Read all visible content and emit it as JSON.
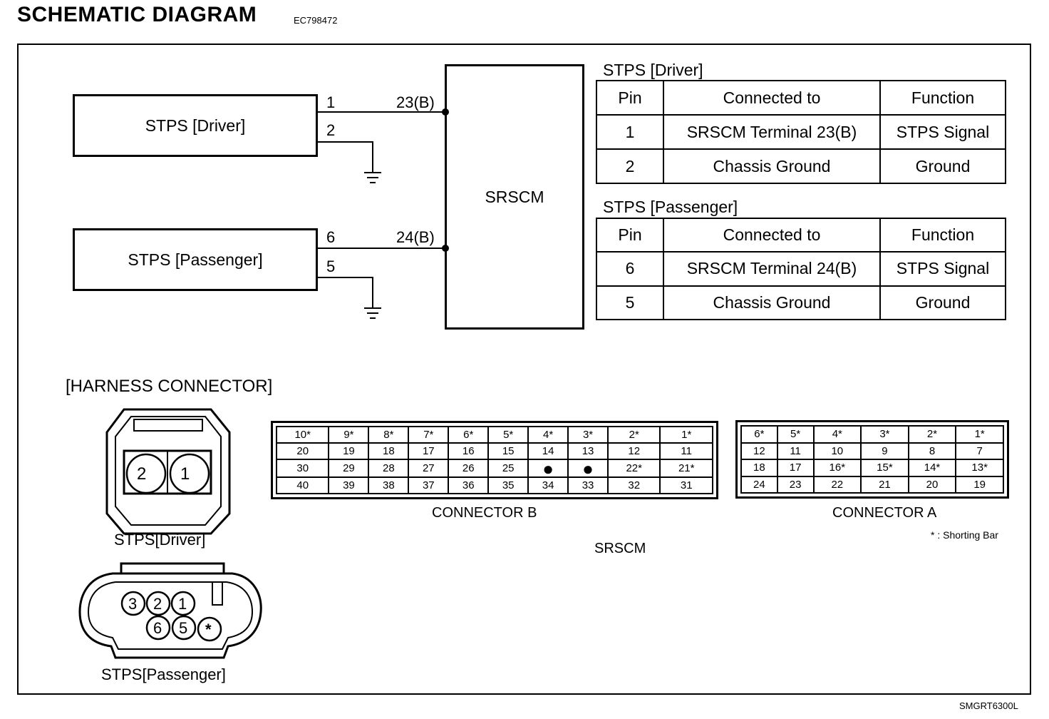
{
  "header": {
    "title": "SCHEMATIC DIAGRAM",
    "code": "EC798472"
  },
  "footer": {
    "code": "SMGRT6300L"
  },
  "schematic": {
    "driver_box": "STPS [Driver]",
    "passenger_box": "STPS [Passenger]",
    "srscm_box": "SRSCM",
    "driver_pin_signal": "1",
    "driver_pin_ground": "2",
    "driver_terminal": "23(B)",
    "passenger_pin_signal": "6",
    "passenger_pin_ground": "5",
    "passenger_terminal": "24(B)"
  },
  "driver_table": {
    "caption": "STPS [Driver]",
    "headers": [
      "Pin",
      "Connected to",
      "Function"
    ],
    "rows": [
      [
        "1",
        "SRSCM Terminal 23(B)",
        "STPS Signal"
      ],
      [
        "2",
        "Chassis Ground",
        "Ground"
      ]
    ]
  },
  "passenger_table": {
    "caption": "STPS [Passenger]",
    "headers": [
      "Pin",
      "Connected to",
      "Function"
    ],
    "rows": [
      [
        "6",
        "SRSCM Terminal 24(B)",
        "STPS Signal"
      ],
      [
        "5",
        "Chassis Ground",
        "Ground"
      ]
    ]
  },
  "harness": {
    "title": "[HARNESS CONNECTOR]",
    "driver_connector": {
      "label": "STPS[Driver]",
      "pins": [
        "2",
        "1"
      ]
    },
    "passenger_connector": {
      "label": "STPS[Passenger]",
      "pins_top": [
        "3",
        "2",
        "1"
      ],
      "pins_bottom": [
        "6",
        "5",
        "*"
      ]
    },
    "connector_b": {
      "label": "CONNECTOR B",
      "rows": [
        [
          "10*",
          "9*",
          "8*",
          "7*",
          "6*",
          "5*",
          "4*",
          "3*",
          "2*",
          "1*"
        ],
        [
          "20",
          "19",
          "18",
          "17",
          "16",
          "15",
          "14",
          "13",
          "12",
          "11"
        ],
        [
          "30",
          "29",
          "28",
          "27",
          "26",
          "25",
          "●",
          "●",
          "22*",
          "21*"
        ],
        [
          "40",
          "39",
          "38",
          "37",
          "36",
          "35",
          "34",
          "33",
          "32",
          "31"
        ]
      ]
    },
    "connector_a": {
      "label": "CONNECTOR A",
      "rows": [
        [
          "6*",
          "5*",
          "4*",
          "3*",
          "2*",
          "1*"
        ],
        [
          "12",
          "11",
          "10",
          "9",
          "8",
          "7"
        ],
        [
          "18",
          "17",
          "16*",
          "15*",
          "14*",
          "13*"
        ],
        [
          "24",
          "23",
          "22",
          "21",
          "20",
          "19"
        ]
      ]
    },
    "note": "* : Shorting Bar",
    "srscm_label": "SRSCM"
  }
}
